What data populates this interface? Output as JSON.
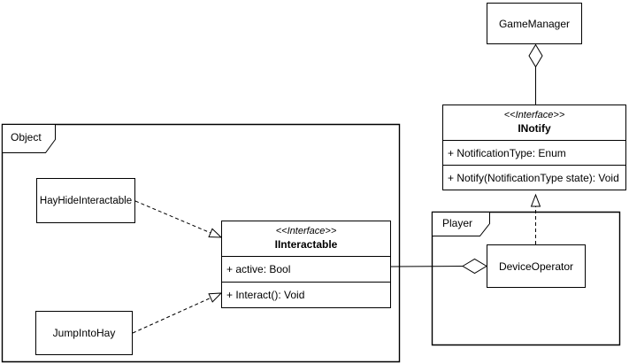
{
  "diagram": {
    "packages": [
      {
        "label": "Object"
      },
      {
        "label": "Player"
      }
    ],
    "classes": [
      {
        "name": "GameManager"
      },
      {
        "name": "HayHideInteractable"
      },
      {
        "name": "JumpIntoHay"
      },
      {
        "name": "DeviceOperator"
      }
    ],
    "interfaces": [
      {
        "stereotype": "<<Interface>>",
        "name": "INotify",
        "attributes": [
          "+ NotificationType: Enum"
        ],
        "operations": [
          "+ Notify(NotificationType state): Void"
        ]
      },
      {
        "stereotype": "<<Interface>>",
        "name": "IInteractable",
        "attributes": [
          "+ active: Bool"
        ],
        "operations": [
          "+ Interact(): Void"
        ]
      }
    ],
    "relationships": [
      {
        "type": "aggregation",
        "owner": "GameManager",
        "part": "INotify",
        "line": "solid",
        "marker": "hollow-diamond"
      },
      {
        "type": "realization",
        "from": "DeviceOperator",
        "to": "INotify",
        "line": "dashed",
        "marker": "hollow-triangle"
      },
      {
        "type": "aggregation",
        "owner": "DeviceOperator",
        "part": "IInteractable",
        "line": "solid",
        "marker": "hollow-diamond"
      },
      {
        "type": "realization",
        "from": "HayHideInteractable",
        "to": "IInteractable",
        "line": "dashed",
        "marker": "hollow-triangle"
      },
      {
        "type": "realization",
        "from": "JumpIntoHay",
        "to": "IInteractable",
        "line": "dashed",
        "marker": "hollow-triangle"
      }
    ],
    "colors": {
      "stroke": "#000000",
      "fill": "#ffffff",
      "text": "#000000"
    }
  }
}
